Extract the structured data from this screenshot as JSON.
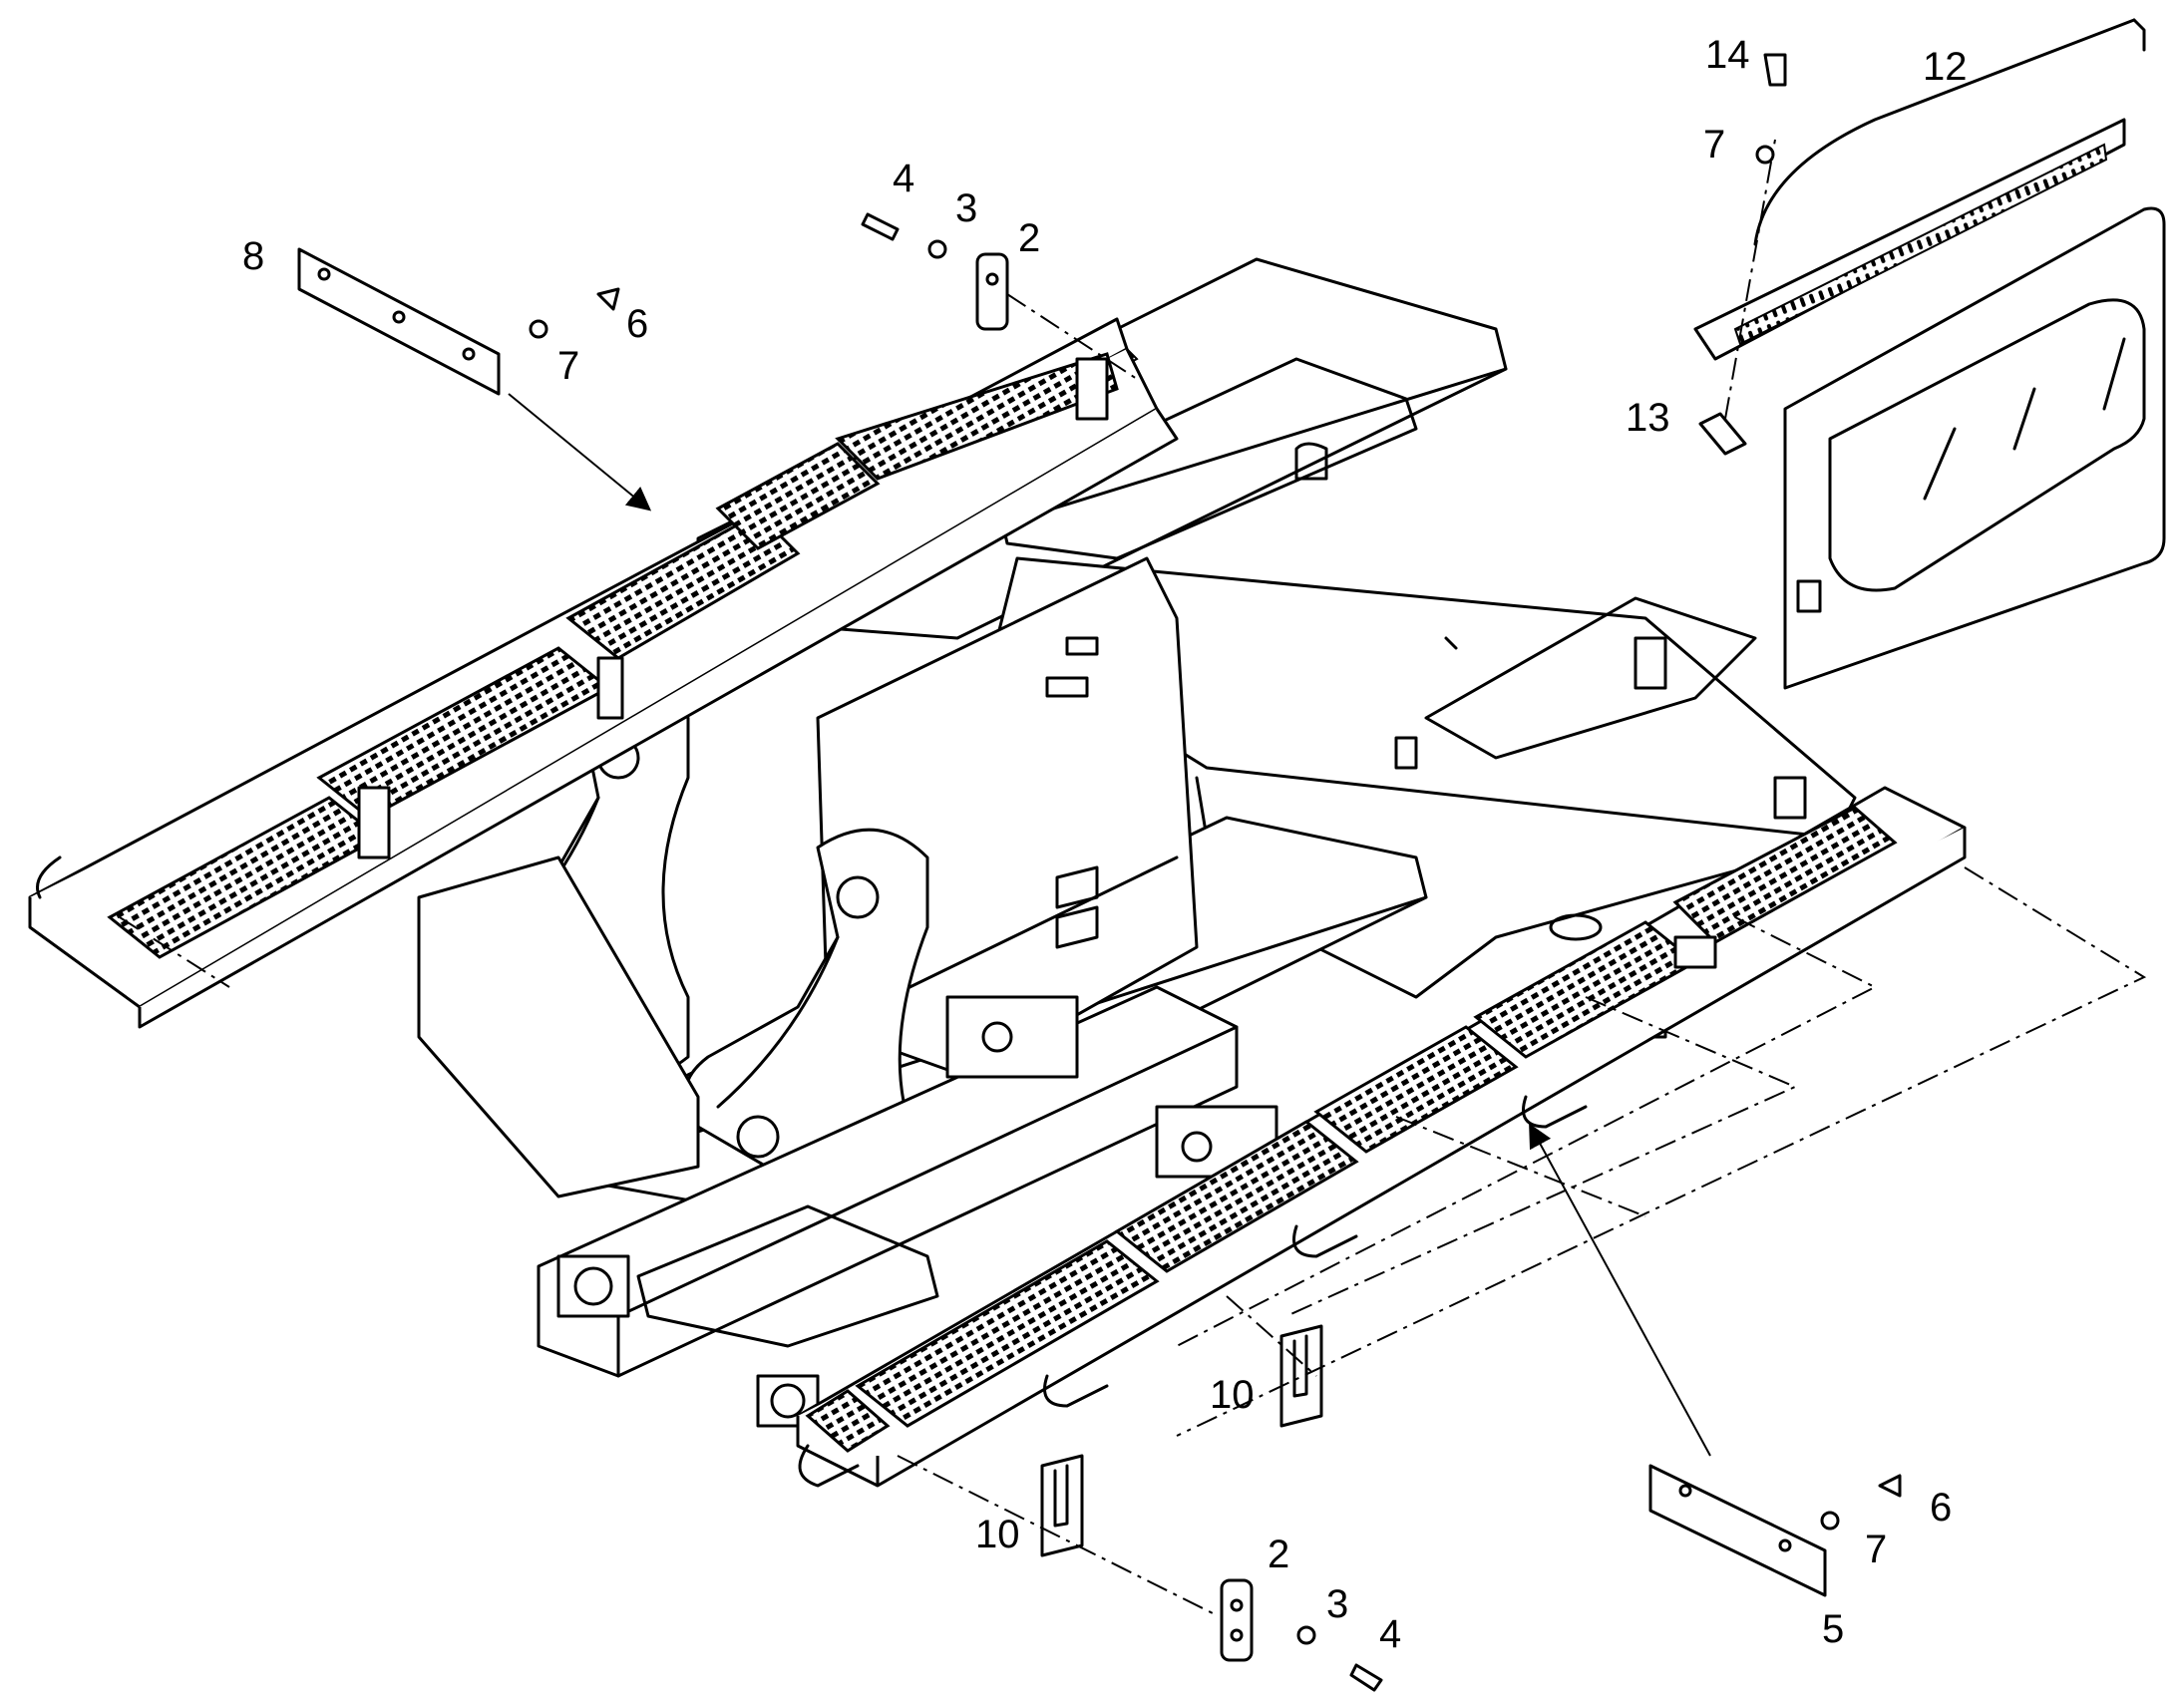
{
  "diagram": {
    "callouts": {
      "c14": "14",
      "c12": "12",
      "c7_top": "7",
      "c13": "13",
      "c4_top": "4",
      "c3_top": "3",
      "c2_top": "2",
      "c8": "8",
      "c6_top": "6",
      "c7_left": "7",
      "c10_mid": "10",
      "c10_bottom": "10",
      "c2_bottom": "2",
      "c3_bottom": "3",
      "c4_bottom": "4",
      "c6_right": "6",
      "c7_right": "7",
      "c5": "5"
    }
  }
}
